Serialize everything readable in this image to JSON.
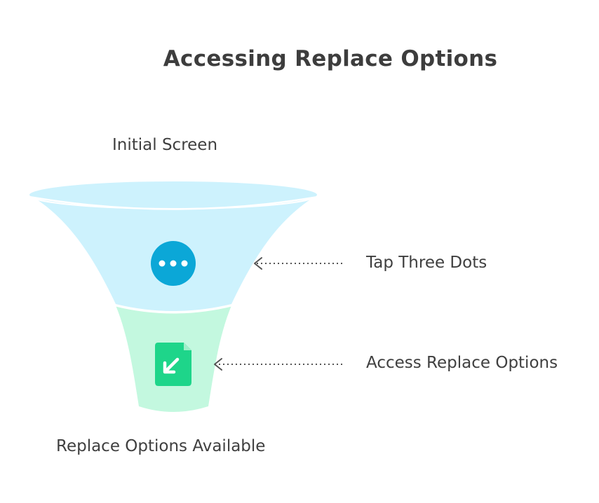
{
  "title": "Accessing Replace Options",
  "funnel": {
    "top_label": "Initial Screen",
    "bottom_label": "Replace Options Available",
    "stages": [
      {
        "label": "Tap Three Dots",
        "icon": "three-dots-icon",
        "color": "#cdf2fd",
        "icon_color": "#0ba7d7"
      },
      {
        "label": "Access Replace Options",
        "icon": "replace-file-icon",
        "color": "#c3f8df",
        "icon_color": "#1ed58a"
      }
    ]
  }
}
